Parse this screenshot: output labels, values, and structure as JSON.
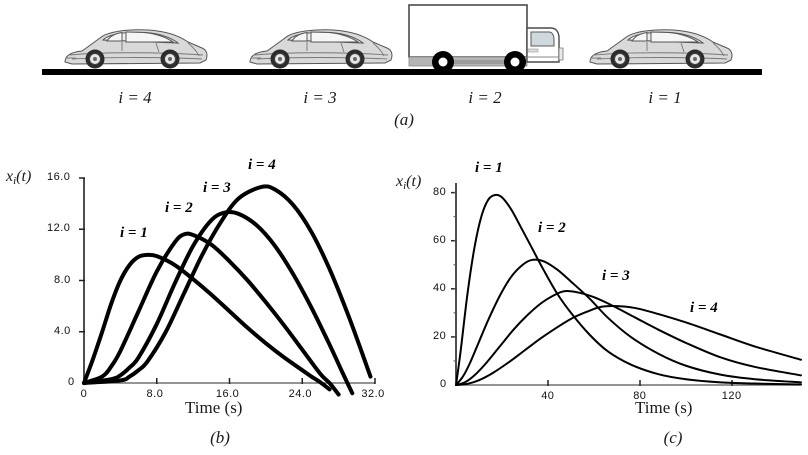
{
  "figure": {
    "panels": [
      {
        "id": "a",
        "caption": "(a)"
      },
      {
        "id": "b",
        "caption": "(b)"
      },
      {
        "id": "c",
        "caption": "(c)"
      }
    ]
  },
  "panel_a": {
    "caption": "(a)",
    "road_color": "#000000",
    "vehicles": [
      {
        "label": "i = 4",
        "type": "car-icon",
        "index": 4
      },
      {
        "label": "i = 3",
        "type": "car-icon",
        "index": 3
      },
      {
        "label": "i = 2",
        "type": "truck-icon",
        "index": 2
      },
      {
        "label": "i = 1",
        "type": "car-icon",
        "index": 1
      }
    ]
  },
  "chart_data": [
    {
      "id": "b",
      "type": "line",
      "title": "",
      "caption": "(b)",
      "xlabel": "Time (s)",
      "ylabel": "xᵢ(t)",
      "xlim": [
        0,
        32.0
      ],
      "ylim": [
        0,
        16.0
      ],
      "xticks": [
        0,
        8.0,
        16.0,
        24.0,
        32.0
      ],
      "xticklabels": [
        "0",
        "8.0",
        "16.0",
        "24.0",
        "32.0"
      ],
      "yticks": [
        0,
        4.0,
        8.0,
        12.0,
        16.0
      ],
      "yticklabels": [
        "0",
        "4.0",
        "8.0",
        "12.0",
        "16.0"
      ],
      "grid": false,
      "legend": "inline-annotations",
      "line_color": "#000000",
      "line_width": 4,
      "series": [
        {
          "name": "i = 1",
          "label": "i = 1",
          "peak_x": 7.0,
          "peak_y": 10.0,
          "x": [
            0,
            1,
            2,
            3,
            4,
            5,
            6,
            7,
            8,
            10,
            12,
            14,
            16,
            18,
            20,
            22,
            24,
            25,
            26,
            27
          ],
          "y": [
            0,
            1.9,
            4.0,
            6.2,
            8.0,
            9.2,
            9.85,
            10.0,
            9.9,
            9.2,
            8.1,
            6.9,
            5.6,
            4.3,
            3.1,
            2.0,
            1.0,
            0.5,
            0.05,
            -0.5
          ]
        },
        {
          "name": "i = 2",
          "label": "i = 2",
          "peak_x": 11.0,
          "peak_y": 11.6,
          "x": [
            0,
            2,
            3,
            4,
            6,
            8,
            10,
            11,
            12,
            14,
            16,
            18,
            20,
            22,
            24,
            26,
            27,
            28
          ],
          "y": [
            0,
            0.5,
            1.3,
            2.5,
            5.6,
            8.7,
            11.0,
            11.6,
            11.55,
            10.8,
            9.5,
            8.0,
            6.3,
            4.5,
            2.6,
            0.7,
            0.0,
            -0.9
          ]
        },
        {
          "name": "i = 3",
          "label": "i = 3",
          "peak_x": 15.5,
          "peak_y": 13.3,
          "x": [
            0,
            3,
            4,
            5,
            6,
            8,
            10,
            12,
            14,
            15.5,
            17,
            19,
            21,
            23,
            25,
            27,
            28.5,
            29.5
          ],
          "y": [
            0,
            0.3,
            0.6,
            1.2,
            2.0,
            4.6,
            7.8,
            10.7,
            12.7,
            13.3,
            13.2,
            12.3,
            10.7,
            8.5,
            5.9,
            3.0,
            0.7,
            -0.8
          ]
        },
        {
          "name": "i = 4",
          "label": "i = 4",
          "peak_x": 19.5,
          "peak_y": 15.3,
          "x": [
            0,
            4,
            5,
            6,
            7,
            9,
            11,
            13,
            15,
            17,
            19.5,
            21,
            23,
            25,
            27,
            29,
            30.5,
            31.5
          ],
          "y": [
            0,
            0.2,
            0.5,
            1.0,
            1.7,
            4.0,
            7.0,
            10.0,
            12.5,
            14.4,
            15.3,
            15.1,
            13.9,
            11.8,
            8.9,
            5.4,
            2.5,
            0.5
          ]
        }
      ]
    },
    {
      "id": "c",
      "type": "line",
      "title": "",
      "caption": "(c)",
      "xlabel": "Time (s)",
      "ylabel": "xᵢ(t)",
      "xlim": [
        0,
        150
      ],
      "ylim": [
        0,
        84
      ],
      "xticks": [
        40,
        80,
        120
      ],
      "xticklabels": [
        "40",
        "80",
        "120"
      ],
      "yticks": [
        0,
        20,
        40,
        60,
        80
      ],
      "yticklabels": [
        "0",
        "20",
        "40",
        "60",
        "80"
      ],
      "grid": false,
      "legend": "inline-annotations",
      "line_color": "#000000",
      "line_width": 2,
      "series": [
        {
          "name": "i = 1",
          "label": "i = 1",
          "peak_x": 17,
          "peak_y": 79,
          "x": [
            0,
            2,
            5,
            8,
            11,
            14,
            17,
            20,
            24,
            28,
            33,
            38,
            44,
            50,
            58,
            66,
            76,
            88,
            100,
            115,
            130,
            150
          ],
          "y": [
            0,
            14,
            38,
            57,
            70,
            77,
            79,
            78,
            73,
            66,
            57,
            48,
            38,
            30,
            21,
            14,
            8.5,
            4.5,
            2.4,
            1.1,
            0.6,
            0.2
          ]
        },
        {
          "name": "i = 2",
          "label": "i = 2",
          "peak_x": 33,
          "peak_y": 52,
          "x": [
            0,
            3,
            6,
            10,
            14,
            19,
            24,
            29,
            33,
            38,
            44,
            50,
            58,
            66,
            76,
            88,
            100,
            115,
            130,
            150
          ],
          "y": [
            0,
            3.5,
            9,
            18,
            27,
            37,
            45,
            50,
            52,
            51.5,
            48,
            43,
            36,
            28,
            20,
            13,
            8,
            4.3,
            2.4,
            1.1
          ]
        },
        {
          "name": "i = 3",
          "label": "i = 3",
          "peak_x": 47,
          "peak_y": 39,
          "x": [
            0,
            4,
            8,
            13,
            19,
            25,
            31,
            37,
            42,
            47,
            53,
            60,
            68,
            78,
            88,
            100,
            115,
            130,
            150
          ],
          "y": [
            0,
            1.2,
            4,
            9,
            16,
            23,
            29,
            34,
            37,
            39,
            38.5,
            36.5,
            33,
            28,
            23,
            17.5,
            11.5,
            7.5,
            4
          ]
        },
        {
          "name": "i = 4",
          "label": "i = 4",
          "peak_x": 63,
          "peak_y": 33,
          "x": [
            0,
            5,
            10,
            16,
            23,
            30,
            37,
            44,
            51,
            57,
            63,
            70,
            78,
            88,
            100,
            115,
            130,
            150
          ],
          "y": [
            0,
            0.5,
            2,
            5,
            9.5,
            14.5,
            19.5,
            24,
            28,
            30.5,
            32.5,
            32.8,
            32,
            29.5,
            26,
            21,
            16,
            10.5
          ]
        }
      ]
    }
  ]
}
